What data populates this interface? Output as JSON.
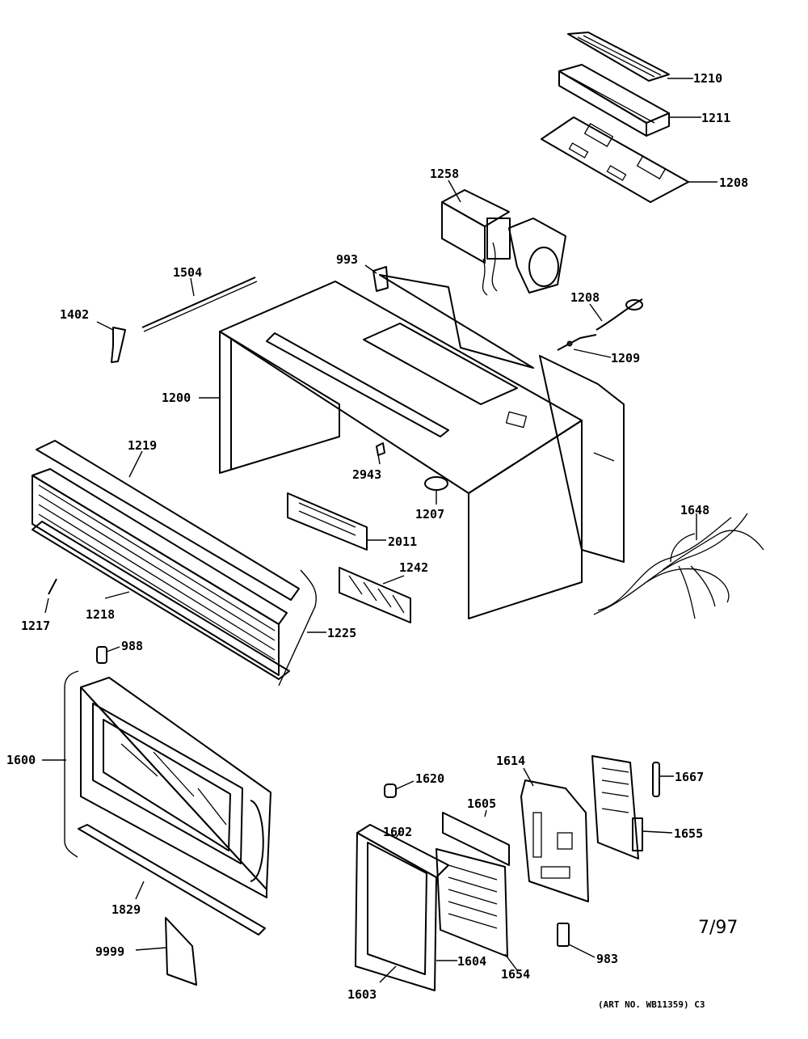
{
  "parts": {
    "p1210": "1210",
    "p1211": "1211",
    "p1208a": "1208",
    "p1258": "1258",
    "p993": "993",
    "p1504": "1504",
    "p1402": "1402",
    "p1208b": "1208",
    "p1209": "1209",
    "p1200": "1200",
    "p1219": "1219",
    "p2943": "2943",
    "p1207": "1207",
    "p2011": "2011",
    "p1648": "1648",
    "p1242": "1242",
    "p1217": "1217",
    "p1218": "1218",
    "p1225": "1225",
    "p988": "988",
    "p1600": "1600",
    "p1620": "1620",
    "p1614": "1614",
    "p1667": "1667",
    "p1605": "1605",
    "p1655": "1655",
    "p1602": "1602",
    "p1829": "1829",
    "p9999": "9999",
    "p1604": "1604",
    "p1654": "1654",
    "p983": "983",
    "p1603": "1603"
  },
  "date_code": "7/97",
  "art_number": "(ART NO. WB11359) C3"
}
